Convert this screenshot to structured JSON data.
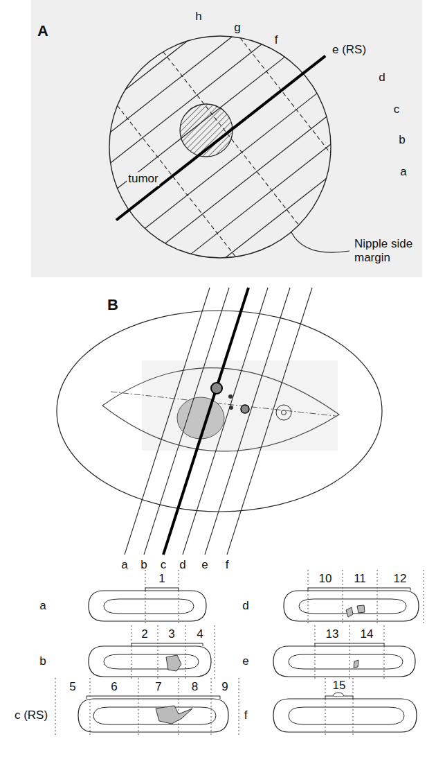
{
  "diagram": {
    "labels": [
      "A",
      "h",
      "g",
      "f",
      "e (RS)",
      "d",
      "c",
      "b",
      "a",
      "tumor",
      "Nipple side margin",
      "B",
      "a",
      "b",
      "c",
      "d",
      "e",
      "f",
      "1",
      "2",
      "3",
      "4",
      "5",
      "6",
      "7",
      "8",
      "9",
      "10",
      "11",
      "12",
      "13",
      "14",
      "15",
      "a",
      "b",
      "c (RS)",
      "d",
      "e",
      "f"
    ]
  }
}
